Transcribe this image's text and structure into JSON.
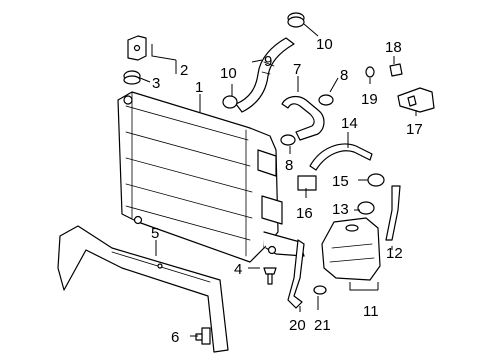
{
  "callouts": {
    "c1": "1",
    "c2": "2",
    "c3": "3",
    "c4": "4",
    "c5": "5",
    "c6": "6",
    "c7": "7",
    "c8a": "8",
    "c8b": "8",
    "c9": "9",
    "c10a": "10",
    "c10b": "10",
    "c11": "11",
    "c12": "12",
    "c13": "13",
    "c14": "14",
    "c15": "15",
    "c16": "16",
    "c17": "17",
    "c18": "18",
    "c19": "19",
    "c20": "20",
    "c21": "21"
  }
}
